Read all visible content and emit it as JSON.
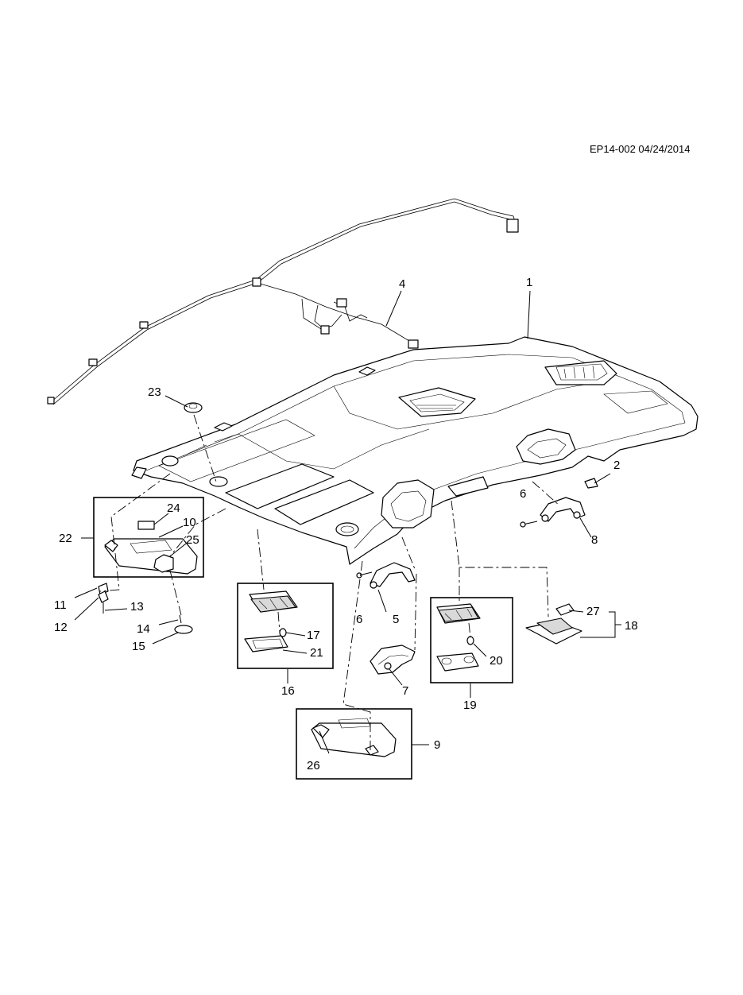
{
  "diagram": {
    "reference": "EP14-002 04/24/2014",
    "callouts": {
      "c1": "1",
      "c2": "2",
      "c4": "4",
      "c6a": "6",
      "c6b": "6",
      "c8": "8",
      "c23": "23",
      "c24": "24",
      "c10": "10",
      "c25": "25",
      "c22": "22",
      "c11": "11",
      "c12": "12",
      "c13": "13",
      "c14": "14",
      "c15": "15",
      "c5": "5",
      "c7": "7",
      "c9": "9",
      "c26": "26",
      "c16": "16",
      "c17": "17",
      "c21": "21",
      "c19": "19",
      "c20": "20",
      "c18": "18",
      "c27": "27"
    }
  }
}
